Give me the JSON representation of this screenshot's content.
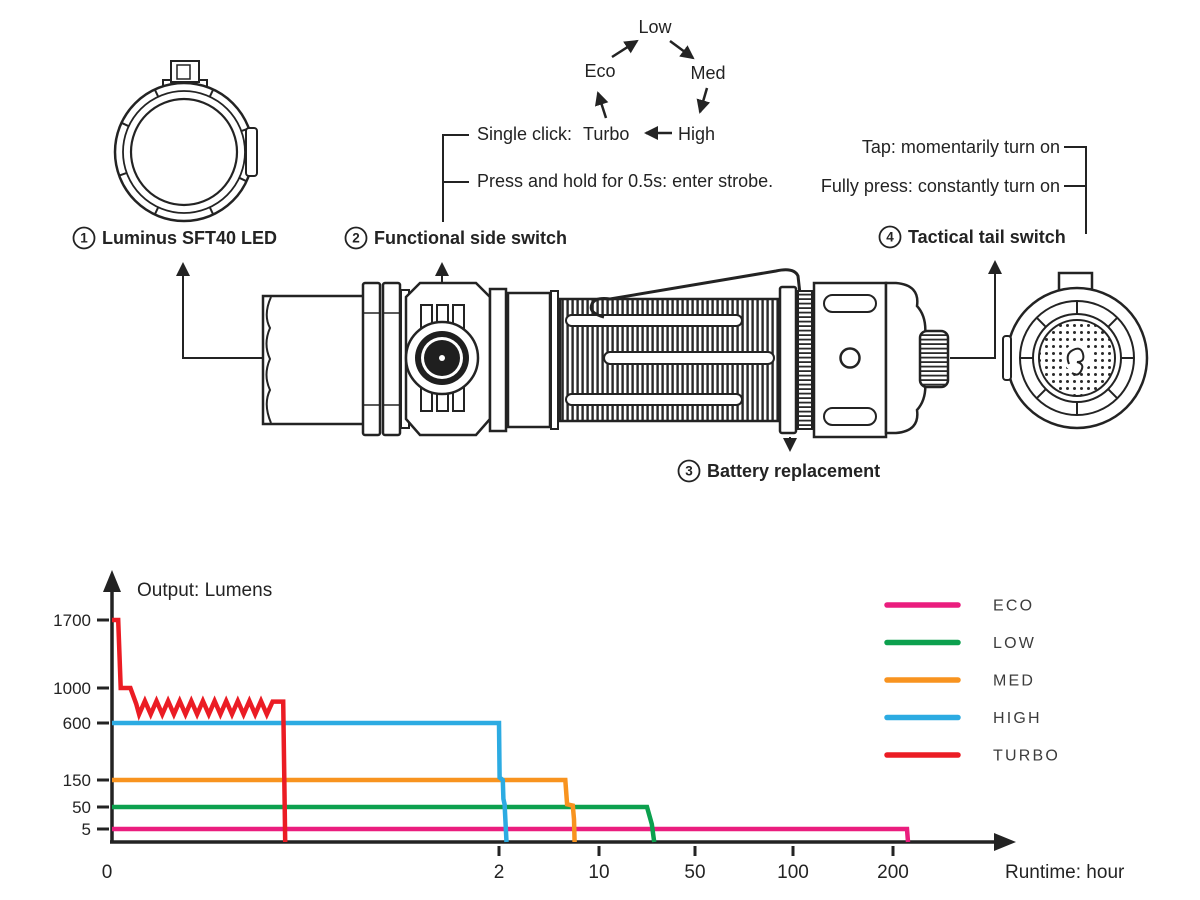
{
  "mode_diagram": {
    "modes": {
      "low": "Low",
      "eco": "Eco",
      "med": "Med",
      "high": "High",
      "turbo": "Turbo"
    },
    "single_click_prefix": "Single click:",
    "strobe_note": "Press and hold for 0.5s: enter strobe."
  },
  "tail_notes": {
    "tap": "Tap: momentarily turn on",
    "fully_press": "Fully press: constantly turn on"
  },
  "part_labels": [
    {
      "num": "1",
      "label": "Luminus SFT40 LED"
    },
    {
      "num": "2",
      "label": "Functional side switch"
    },
    {
      "num": "3",
      "label": "Battery replacement"
    },
    {
      "num": "4",
      "label": "Tactical tail switch"
    }
  ],
  "chart_data": {
    "type": "line",
    "xlabel": "Runtime: hour",
    "ylabel": "Output: Lumens",
    "x_ticks": [
      0,
      2,
      10,
      50,
      100,
      200
    ],
    "y_ticks": [
      1700,
      1000,
      600,
      150,
      50,
      5
    ],
    "x_scale": "piecewise-nonlinear (compressed 0-2h, then 2,10,50,100,200 marks)",
    "grid": false,
    "legend_position": "right",
    "series": [
      {
        "name": "ECO",
        "color": "#EA1D7E",
        "points": [
          [
            0,
            5
          ],
          [
            214,
            5
          ],
          [
            215,
            0
          ]
        ]
      },
      {
        "name": "LOW",
        "color": "#0CA04E",
        "points": [
          [
            0,
            50
          ],
          [
            30,
            50
          ],
          [
            32,
            15
          ],
          [
            33,
            0
          ]
        ]
      },
      {
        "name": "MED",
        "color": "#F8931F",
        "points": [
          [
            0,
            150
          ],
          [
            7.3,
            150
          ],
          [
            7.45,
            60
          ],
          [
            7.9,
            55
          ],
          [
            8.0,
            25
          ],
          [
            8.05,
            0
          ]
        ]
      },
      {
        "name": "HIGH",
        "color": "#2CABE2",
        "points": [
          [
            0,
            600
          ],
          [
            2.0,
            600
          ],
          [
            2.05,
            170
          ],
          [
            2.3,
            150
          ],
          [
            2.35,
            80
          ],
          [
            2.45,
            60
          ],
          [
            2.6,
            0
          ]
        ]
      },
      {
        "name": "TURBO",
        "color": "#EB1C24",
        "points": [
          [
            0,
            1700
          ],
          [
            0.032,
            1700
          ],
          [
            0.045,
            1000
          ],
          [
            0.095,
            1000
          ],
          [
            0.125,
            820
          ],
          [
            0.14,
            700
          ],
          [
            0.17,
            852
          ],
          [
            0.2,
            700
          ],
          [
            0.23,
            852
          ],
          [
            0.26,
            700
          ],
          [
            0.29,
            852
          ],
          [
            0.32,
            700
          ],
          [
            0.35,
            852
          ],
          [
            0.38,
            700
          ],
          [
            0.41,
            852
          ],
          [
            0.44,
            700
          ],
          [
            0.47,
            852
          ],
          [
            0.5,
            700
          ],
          [
            0.53,
            852
          ],
          [
            0.56,
            700
          ],
          [
            0.59,
            852
          ],
          [
            0.62,
            700
          ],
          [
            0.65,
            852
          ],
          [
            0.68,
            700
          ],
          [
            0.71,
            852
          ],
          [
            0.74,
            700
          ],
          [
            0.77,
            852
          ],
          [
            0.8,
            700
          ],
          [
            0.83,
            845
          ],
          [
            0.885,
            845
          ],
          [
            0.895,
            0
          ]
        ]
      }
    ]
  }
}
